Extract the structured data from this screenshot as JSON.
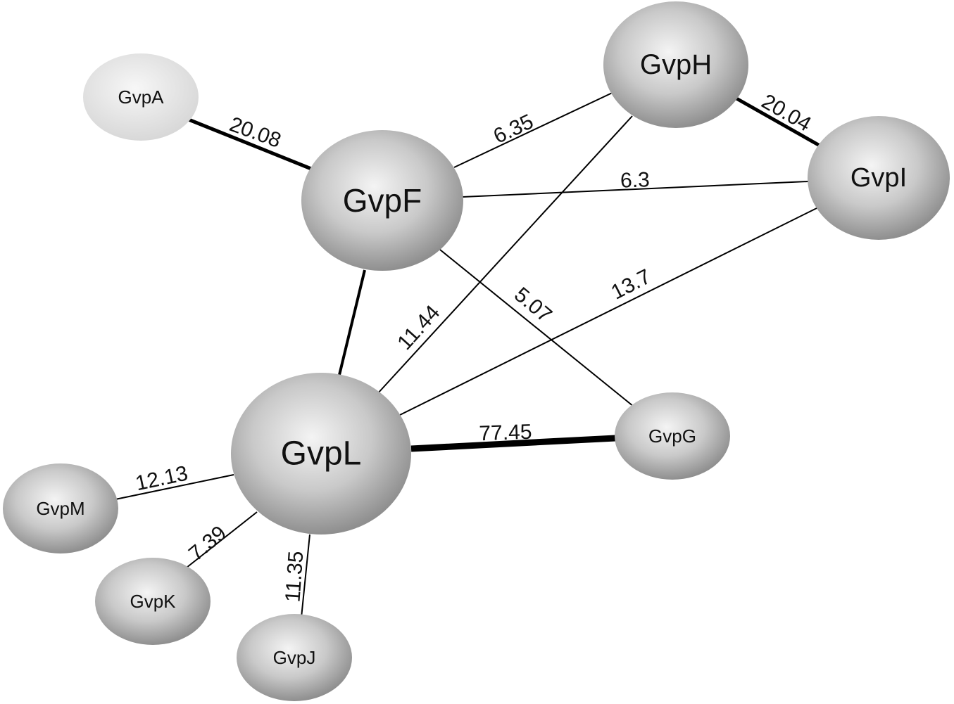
{
  "nodes": [
    {
      "id": "GvpA",
      "label": "GvpA",
      "style": "light"
    },
    {
      "id": "GvpF",
      "label": "GvpF",
      "style": "dark"
    },
    {
      "id": "GvpH",
      "label": "GvpH",
      "style": "dark"
    },
    {
      "id": "GvpI",
      "label": "GvpI",
      "style": "dark"
    },
    {
      "id": "GvpL",
      "label": "GvpL",
      "style": "dark"
    },
    {
      "id": "GvpG",
      "label": "GvpG",
      "style": "dark"
    },
    {
      "id": "GvpM",
      "label": "GvpM",
      "style": "dark"
    },
    {
      "id": "GvpK",
      "label": "GvpK",
      "style": "dark"
    },
    {
      "id": "GvpJ",
      "label": "GvpJ",
      "style": "dark"
    }
  ],
  "edges": [
    {
      "from": "GvpA",
      "to": "GvpF",
      "weight": "20.08"
    },
    {
      "from": "GvpF",
      "to": "GvpH",
      "weight": "6.35"
    },
    {
      "from": "GvpF",
      "to": "GvpI",
      "weight": "6.3"
    },
    {
      "from": "GvpH",
      "to": "GvpI",
      "weight": "20.04"
    },
    {
      "from": "GvpF",
      "to": "GvpL",
      "weight": ""
    },
    {
      "from": "GvpF",
      "to": "GvpG",
      "weight": "5.07"
    },
    {
      "from": "GvpL",
      "to": "GvpH",
      "weight": "11.44"
    },
    {
      "from": "GvpL",
      "to": "GvpI",
      "weight": "13.7"
    },
    {
      "from": "GvpL",
      "to": "GvpG",
      "weight": "77.45"
    },
    {
      "from": "GvpL",
      "to": "GvpM",
      "weight": "12.13"
    },
    {
      "from": "GvpL",
      "to": "GvpK",
      "weight": "7.39"
    },
    {
      "from": "GvpL",
      "to": "GvpJ",
      "weight": "11.35"
    }
  ],
  "colors": {
    "node_dark_center": "#f4f4f4",
    "node_dark_edge": "#8f8f8f",
    "node_light_center": "#f7f7f7",
    "node_light_edge": "#d8d8d8",
    "edge": "#000000"
  }
}
